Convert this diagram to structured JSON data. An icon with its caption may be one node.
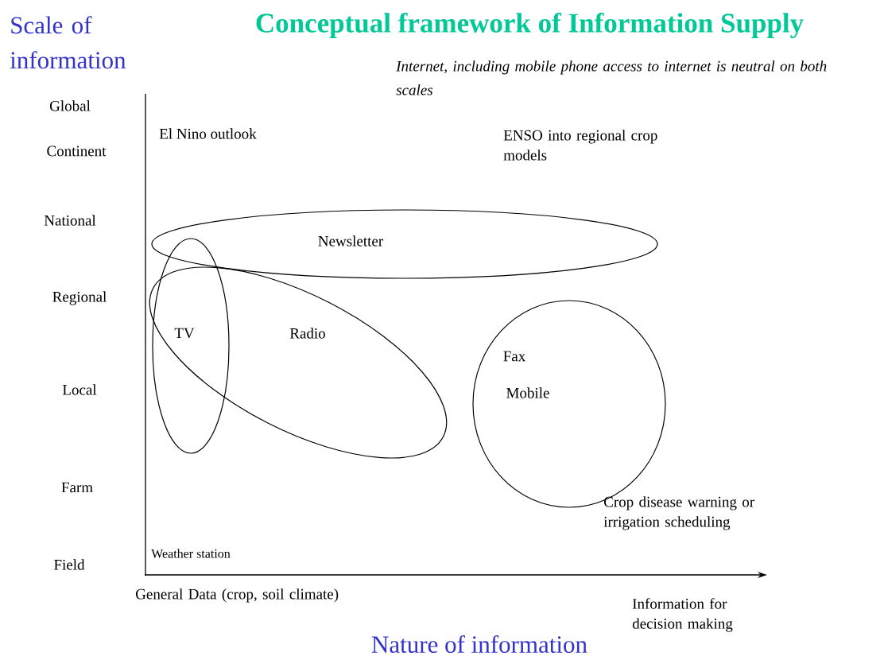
{
  "diagram": {
    "title": "Conceptual framework of Information Supply",
    "nodes": [
      {
        "text": [
          "Newsletter"
        ]
      },
      {
        "text": [
          "TV"
        ]
      },
      {
        "text": [
          "Radio"
        ]
      },
      {
        "text": [
          "Fax",
          "Mobile"
        ]
      }
    ],
    "edges": [],
    "labels": [
      "Scale of information",
      "Global",
      "Continent",
      "National",
      "Regional",
      "Local",
      "Farm",
      "Field",
      "Internet, including mobile phone access to internet is neutral on both scales",
      "El Nino outlook",
      "ENSO into regional crop models",
      "Crop disease warning or irrigation scheduling",
      "Weather station",
      "General Data (crop, soil climate)",
      "Information for decision making",
      "Nature of information"
    ]
  }
}
